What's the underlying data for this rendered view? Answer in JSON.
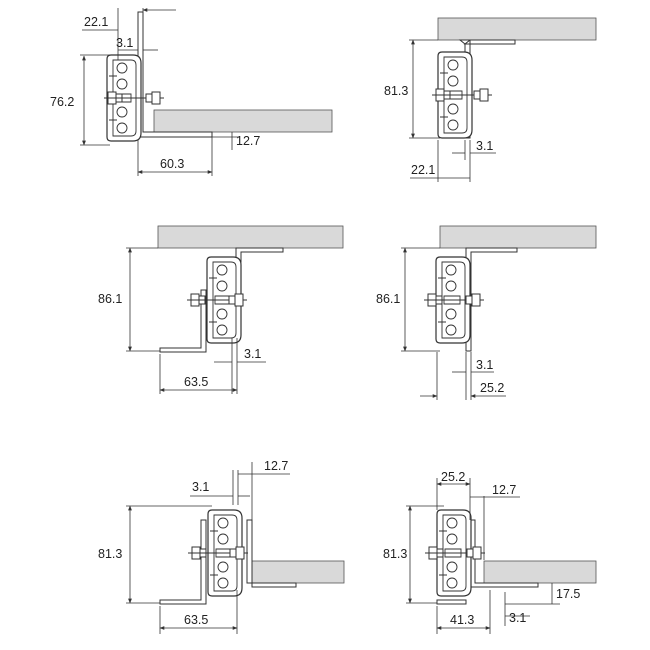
{
  "colors": {
    "panel": "#d9d9d9",
    "line": "#333333",
    "background": "#ffffff"
  },
  "views": [
    {
      "id": "view-1",
      "dims": {
        "width_top": "22.1",
        "gap_top": "3.1",
        "height": "76.2",
        "flange_height": "12.7",
        "width_bottom": "60.3"
      }
    },
    {
      "id": "view-2",
      "dims": {
        "height": "81.3",
        "gap_bottom": "3.1",
        "width_bottom": "22.1"
      }
    },
    {
      "id": "view-3",
      "dims": {
        "height": "86.1",
        "gap_bottom": "3.1",
        "width_bottom": "63.5"
      }
    },
    {
      "id": "view-4",
      "dims": {
        "height": "86.1",
        "gap_bottom": "3.1",
        "width_bottom": "25.2"
      }
    },
    {
      "id": "view-5",
      "dims": {
        "gap_top": "3.1",
        "offset_top": "12.7",
        "height": "81.3",
        "width_bottom": "63.5"
      }
    },
    {
      "id": "view-6",
      "dims": {
        "width_top": "25.2",
        "offset_top": "12.7",
        "height": "81.3",
        "flange_height": "17.5",
        "width_bottom": "41.3",
        "gap_bottom": "3.1"
      }
    }
  ]
}
